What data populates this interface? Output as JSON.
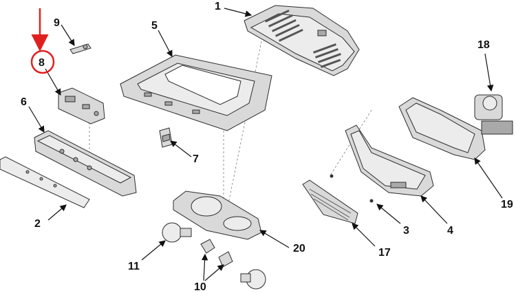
{
  "diagram": {
    "highlight_color": "#e02020",
    "highlighted_part": "8",
    "labels": {
      "p1": "1",
      "p2": "2",
      "p3": "3",
      "p4": "4",
      "p5": "5",
      "p6": "6",
      "p7": "7",
      "p8": "8",
      "p9": "9",
      "p10": "10",
      "p11": "11",
      "p17": "17",
      "p18": "18",
      "p19": "19",
      "p20": "20"
    }
  }
}
